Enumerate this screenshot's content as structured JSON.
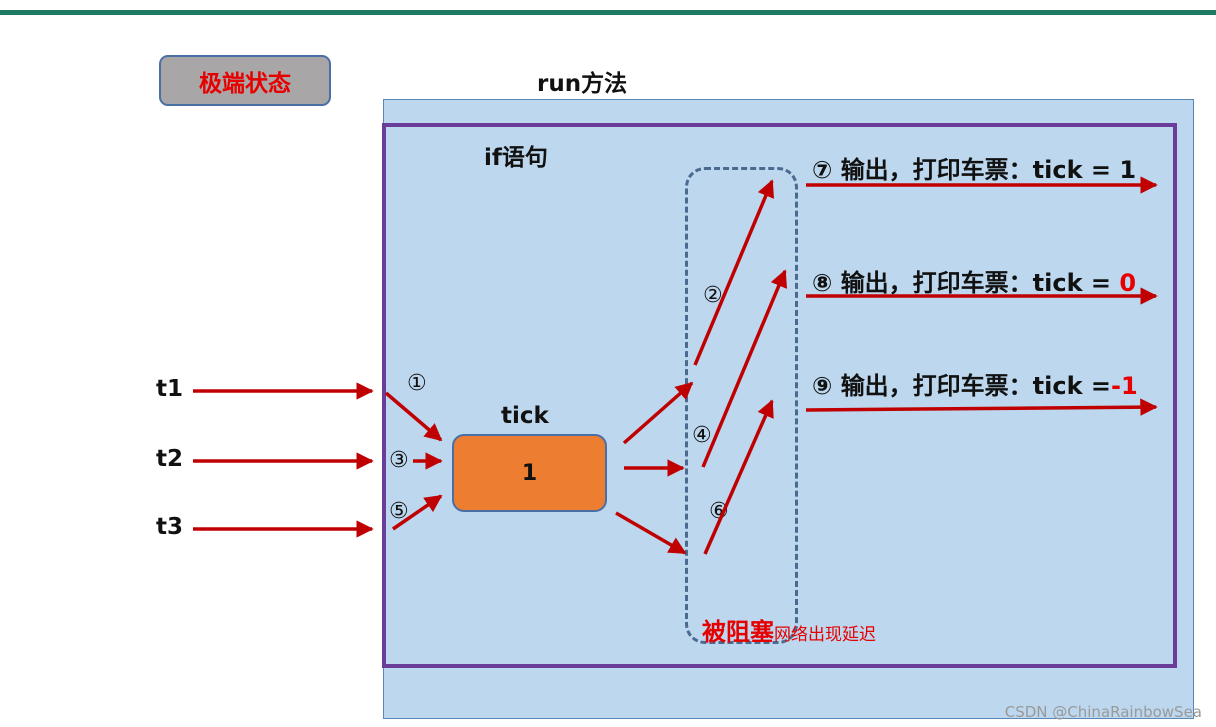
{
  "badge": "极端状态",
  "run_label": "run方法",
  "if_label": "if语句",
  "tick_label": "tick",
  "tick_value": "1",
  "threads": [
    "t1",
    "t2",
    "t3"
  ],
  "steps": {
    "s1": "①",
    "s2": "②",
    "s3": "③",
    "s4": "④",
    "s5": "⑤",
    "s6": "⑥"
  },
  "outputs": [
    {
      "num": "⑦",
      "text": "输出，打印车票：tick = ",
      "value": "1",
      "value_red": false
    },
    {
      "num": "⑧",
      "text": "输出，打印车票：tick = ",
      "value": "0",
      "value_red": true
    },
    {
      "num": "⑨",
      "text": "输出，打印车票：tick =",
      "value": "-1",
      "value_red": true
    }
  ],
  "blocked_label": "被阻塞",
  "blocked_note": "网络出现延迟",
  "watermark": "CSDN @ChinaRainbowSea",
  "colors": {
    "arrow": "#c00000",
    "highlight": "#e60000",
    "tick_fill": "#ed7d31",
    "if_border": "#6a3d9a",
    "run_fill": "#bcd7ee",
    "topbar": "#1e7a63"
  }
}
